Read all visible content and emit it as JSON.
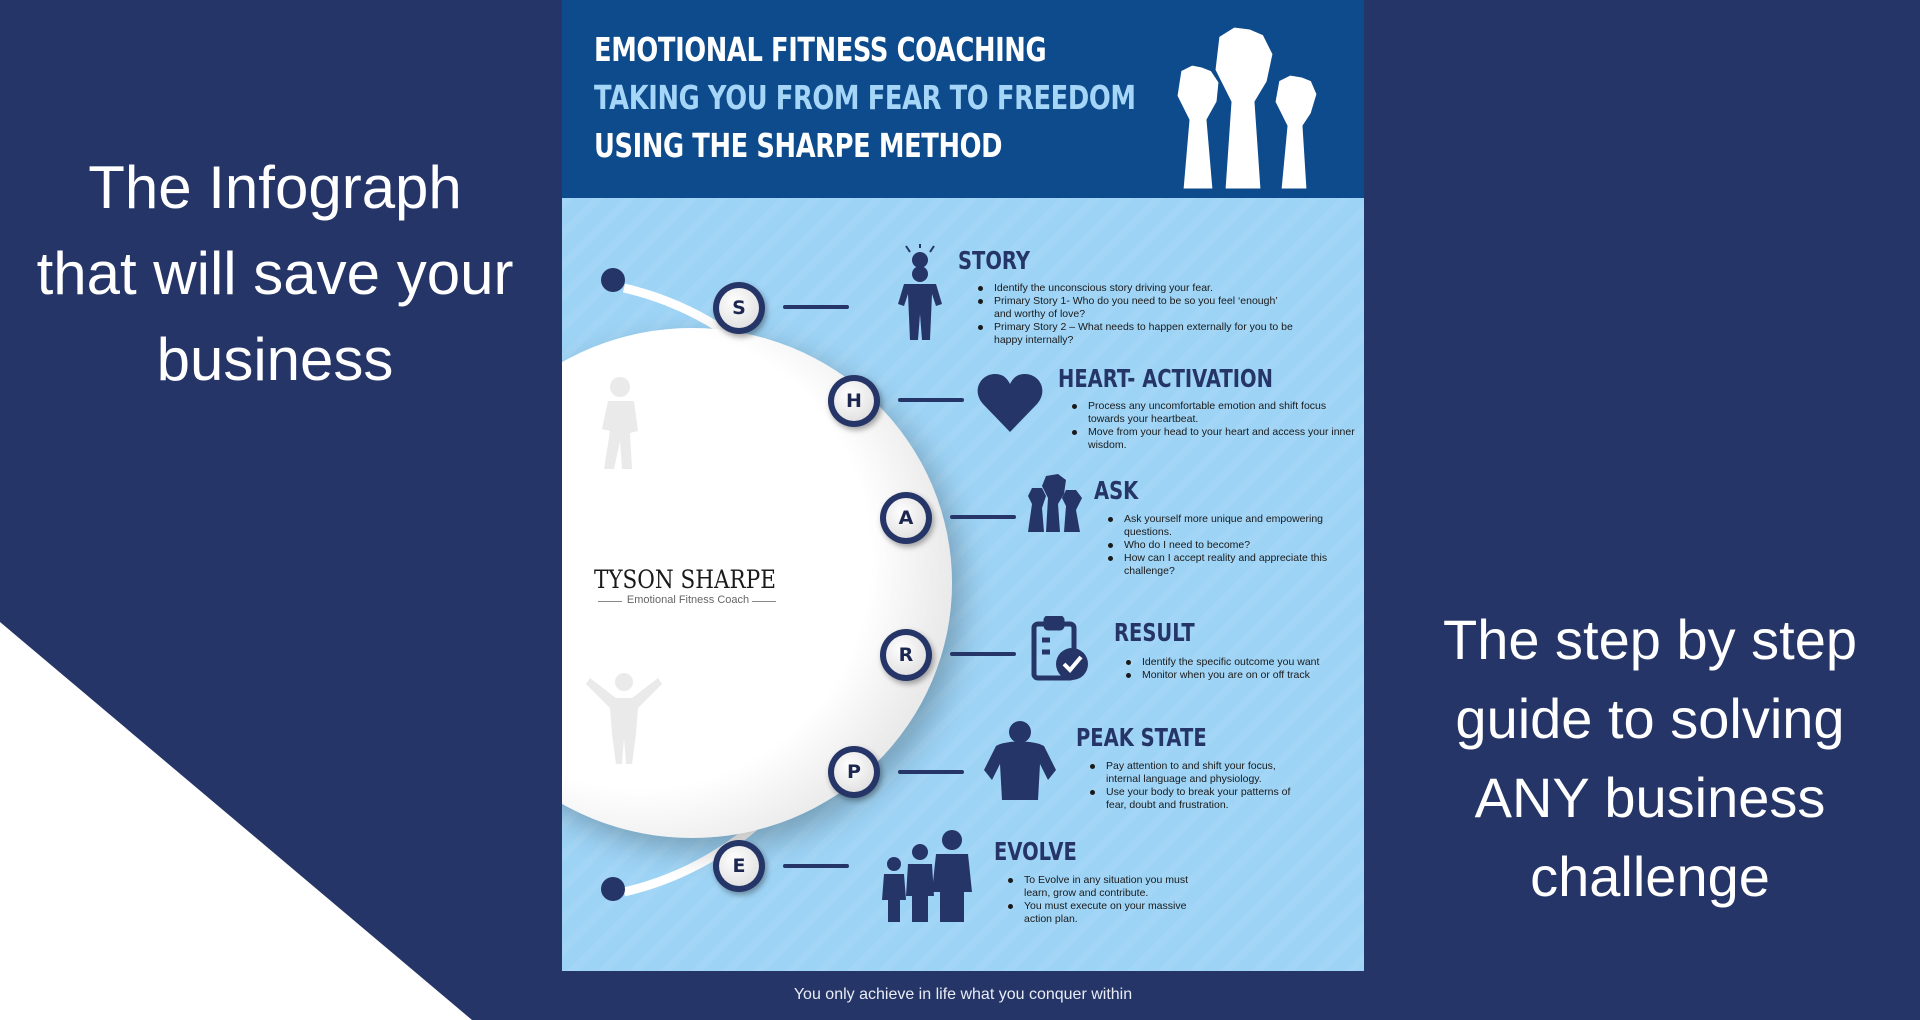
{
  "left_text": [
    "The Infograph",
    "that will save your",
    "business"
  ],
  "right_text": [
    "The step by step",
    "guide to solving",
    "ANY business",
    "challenge"
  ],
  "poster": {
    "header": {
      "line1": "EMOTIONAL FITNESS COACHING",
      "line2": "TAKING YOU FROM FEAR TO FREEDOM",
      "line3": "USING THE SHARPE METHOD"
    },
    "logo": {
      "name": "TYSON SHARPE",
      "tagline": "Emotional Fitness Coach"
    },
    "steps": [
      {
        "letter": "S",
        "title": "STORY",
        "icon": "lightbulb-head-person-icon",
        "bullets": [
          "Identify the unconscious story driving your fear.",
          "Primary Story 1- Who do you need to be so you feel ‘enough’ and worthy of love?",
          "Primary Story 2 – What needs to happen externally for you to be happy internally?"
        ]
      },
      {
        "letter": "H",
        "title": "HEART- ACTIVATION",
        "icon": "heart-icon",
        "bullets": [
          "Process any uncomfortable emotion and shift focus towards your heartbeat.",
          "Move from your head to your heart and access your inner wisdom."
        ]
      },
      {
        "letter": "A",
        "title": "ASK",
        "icon": "raised-fists-icon",
        "bullets": [
          "Ask yourself more unique and empowering questions.",
          "Who do I need to become?",
          "How can I accept reality and appreciate this challenge?"
        ]
      },
      {
        "letter": "R",
        "title": "RESULT",
        "icon": "clipboard-check-icon",
        "bullets": [
          "Identify the specific outcome you want",
          "Monitor when you are on or off track"
        ]
      },
      {
        "letter": "P",
        "title": "PEAK STATE",
        "icon": "strong-man-icon",
        "bullets": [
          "Pay attention to and shift your focus, internal language and physiology.",
          "Use your body to break your patterns of fear, doubt and frustration."
        ]
      },
      {
        "letter": "E",
        "title": "EVOLVE",
        "icon": "growing-people-icon",
        "bullets": [
          "To Evolve in any situation you must learn, grow and contribute.",
          "You must execute on your massive action plan."
        ]
      }
    ]
  },
  "footer": "You only achieve in life what you conquer within",
  "colors": {
    "background": "#263567",
    "header": "#0d4b8c",
    "poster": "#9dd3f5",
    "accent": "#263567",
    "subtitle": "#a6d6f7"
  }
}
